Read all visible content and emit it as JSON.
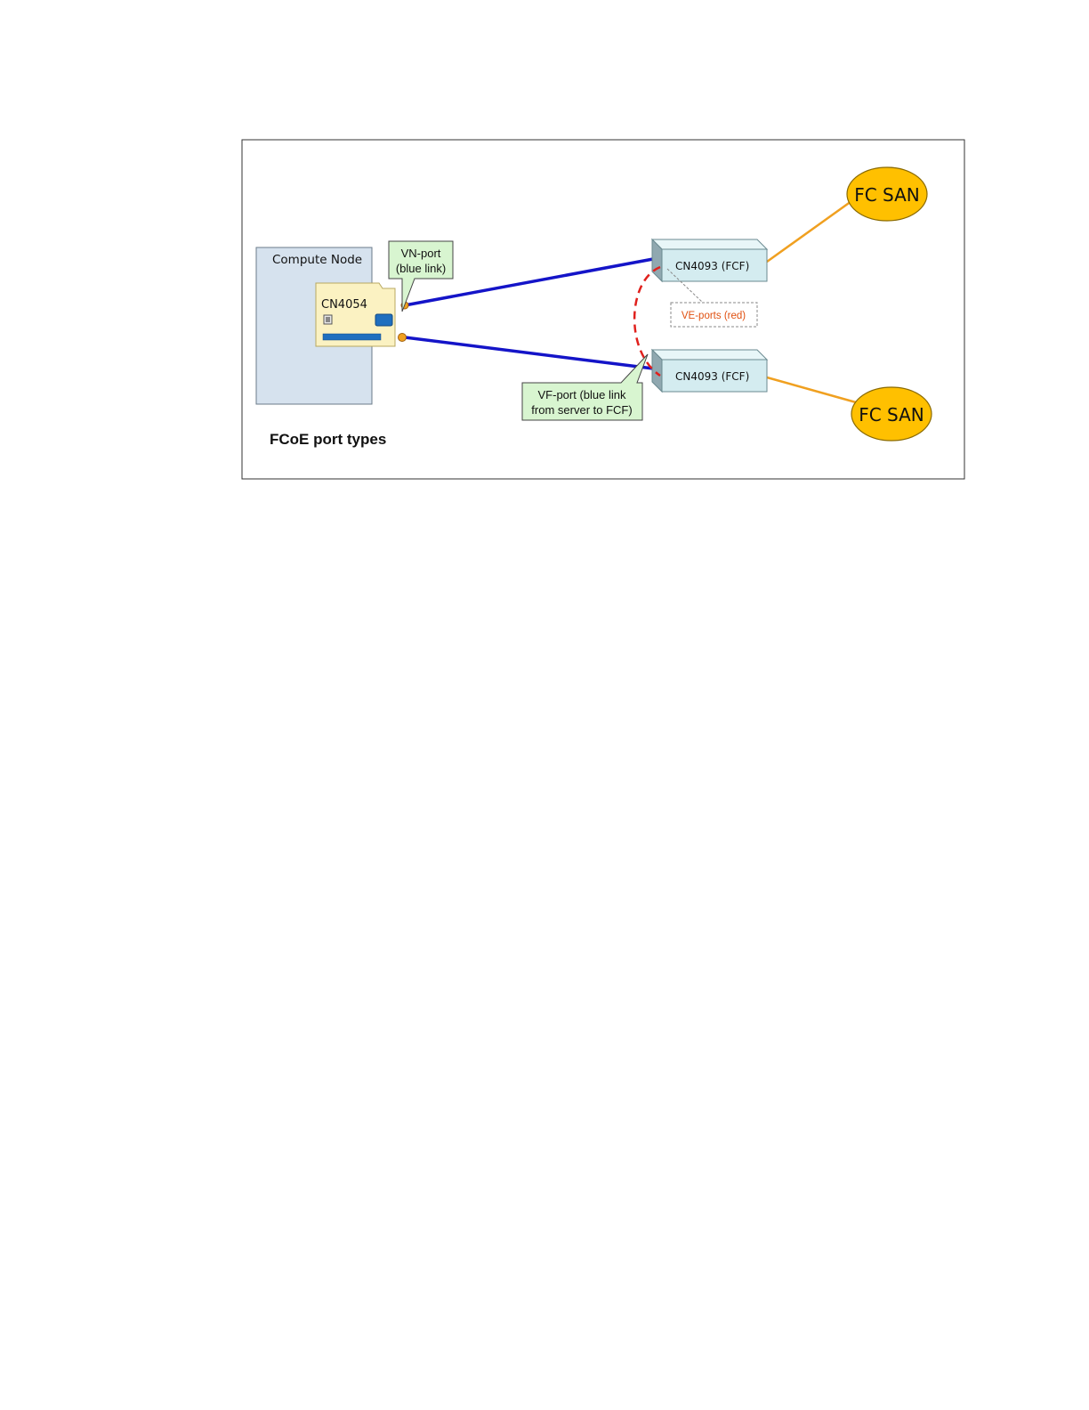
{
  "figure": {
    "title": "FCoE port types",
    "compute_node_label": "Compute Node",
    "adapter_label": "CN4054",
    "switch_top_label": "CN4093 (FCF)",
    "switch_bottom_label": "CN4093 (FCF)",
    "san_top_label": "FC SAN",
    "san_bottom_label": "FC SAN",
    "vn_callout": [
      "VN-port",
      "(blue link)"
    ],
    "vf_callout": [
      "VF-port (blue link",
      "from server to FCF)"
    ],
    "ve_callout": "VE-ports (red)",
    "colors": {
      "link_blue": "#1414c8",
      "ve_red": "#e0201c",
      "san_fill": "#ffc000",
      "san_link": "#f0a020",
      "callout_fill": "#d8f5d0",
      "switch_fill": "#d4ecf0",
      "node_fill": "#d6e2ee",
      "adapter_fill": "#fbf2c2",
      "ve_text": "#e05010"
    }
  }
}
